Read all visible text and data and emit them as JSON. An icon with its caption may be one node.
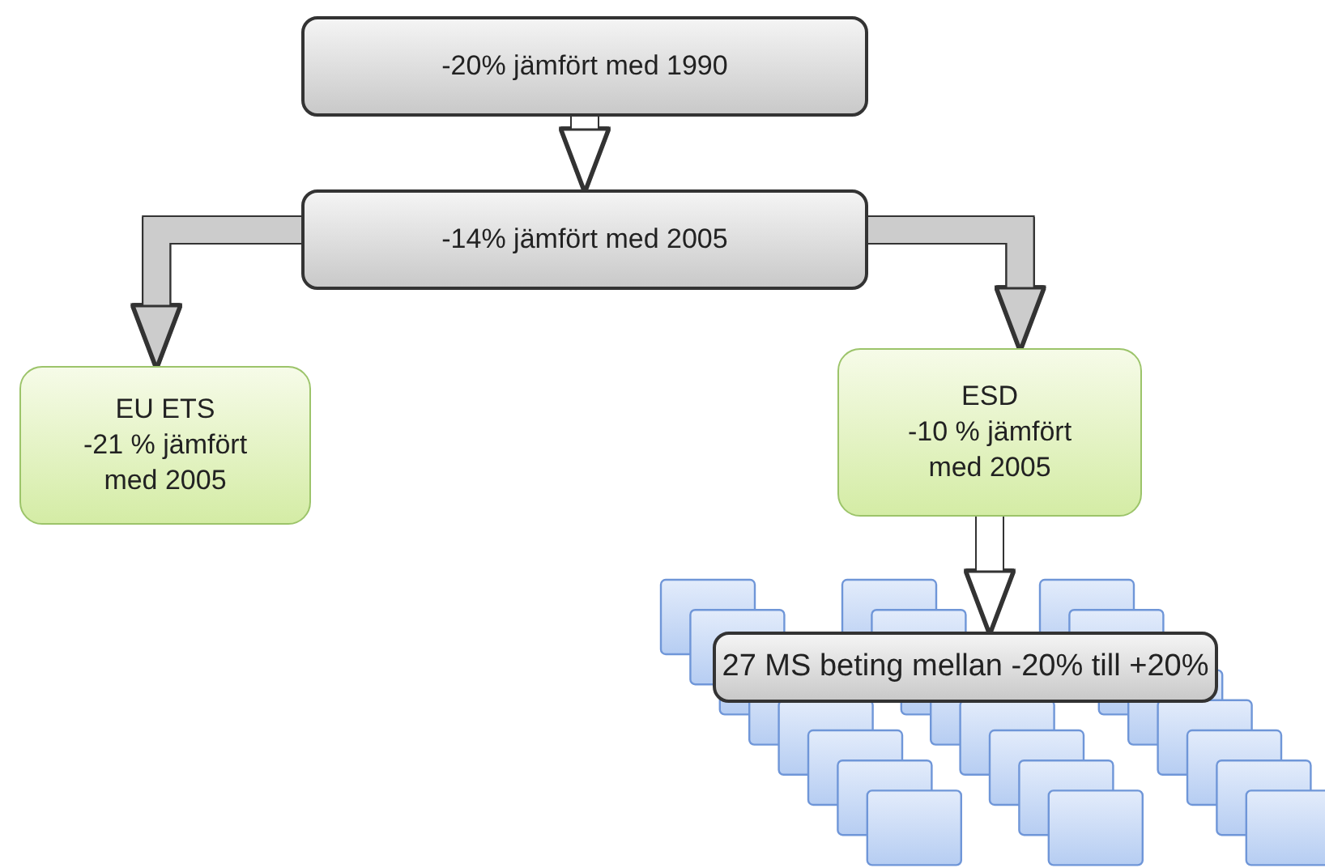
{
  "diagram": {
    "nodes": [
      {
        "text": [
          "-20% jämfört med 1990"
        ]
      },
      {
        "text": [
          "-14% jämfört med 2005"
        ]
      },
      {
        "text": [
          "EU ETS",
          "-21 % jämfört med 2005"
        ]
      },
      {
        "text": [
          "ESD",
          "-10 % jämfört med 2005"
        ]
      },
      {
        "text": [
          "27 MS beting mellan -20% till +20%"
        ]
      }
    ],
    "edges": [
      {
        "from": 0,
        "to": 1,
        "arrow": "to",
        "color": "#ffffff"
      },
      {
        "from": 1,
        "to": 2,
        "arrow": "to"
      },
      {
        "from": 1,
        "to": 3,
        "arrow": "to"
      },
      {
        "from": 3,
        "to": 4,
        "arrow": "to",
        "color": "#ffffff"
      }
    ]
  }
}
